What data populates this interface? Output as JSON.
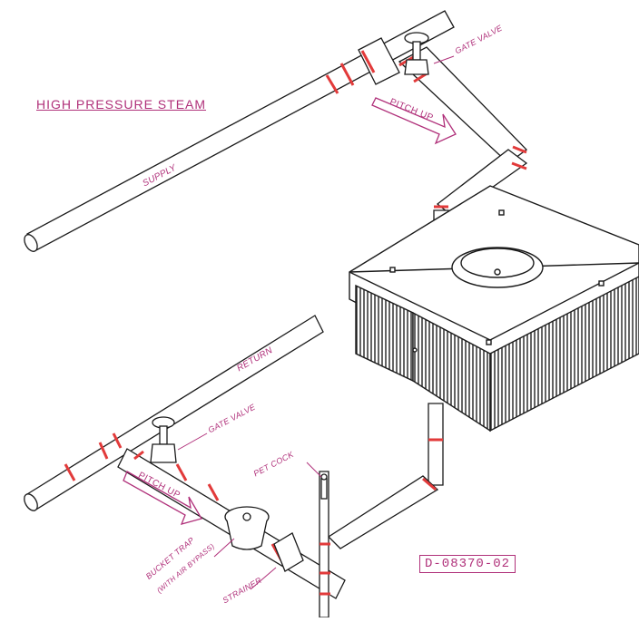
{
  "title": "HIGH PRESSURE STEAM",
  "drawing_number": "D-08370-02",
  "labels": {
    "supply": "SUPPLY",
    "return": "RETURN",
    "gate_valve_top": "GATE VALVE",
    "gate_valve_bottom": "GATE VALVE",
    "pitch_up_top": "PITCH UP",
    "pitch_up_bottom": "PITCH UP",
    "pet_cock": "PET COCK",
    "bucket_trap": "BUCKET TRAP",
    "bucket_trap_note": "(WITH AIR BYPASS)",
    "strainer": "STRAINER"
  },
  "colors": {
    "accent": "#b0307a",
    "fitting": "#e23a3a",
    "line": "#1a1a1a"
  }
}
